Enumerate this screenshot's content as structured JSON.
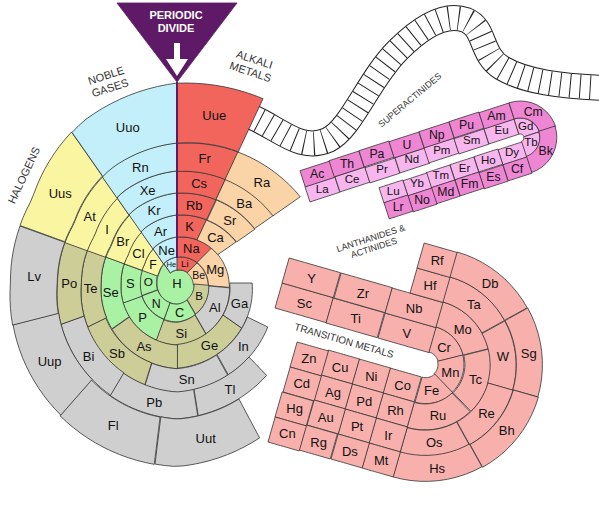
{
  "diagram": {
    "nodes": [
      {
        "text": [
          "PERIODIC DIVIDE"
        ]
      },
      {
        "text": [
          "H"
        ]
      },
      {
        "text": [
          "He"
        ]
      },
      {
        "text": [
          "Li"
        ]
      },
      {
        "text": [
          "Be"
        ]
      },
      {
        "text": [
          "B"
        ]
      },
      {
        "text": [
          "C"
        ]
      },
      {
        "text": [
          "N"
        ]
      },
      {
        "text": [
          "O"
        ]
      },
      {
        "text": [
          "F"
        ]
      },
      {
        "text": [
          "Ne"
        ]
      },
      {
        "text": [
          "Na"
        ]
      },
      {
        "text": [
          "Mg"
        ]
      },
      {
        "text": [
          "Al"
        ]
      },
      {
        "text": [
          "Si"
        ]
      },
      {
        "text": [
          "P"
        ]
      },
      {
        "text": [
          "S"
        ]
      },
      {
        "text": [
          "Cl"
        ]
      },
      {
        "text": [
          "Ar"
        ]
      },
      {
        "text": [
          "K"
        ]
      },
      {
        "text": [
          "Ca"
        ]
      },
      {
        "text": [
          "Sc"
        ]
      },
      {
        "text": [
          "Ti"
        ]
      },
      {
        "text": [
          "V"
        ]
      },
      {
        "text": [
          "Cr"
        ]
      },
      {
        "text": [
          "Mn"
        ]
      },
      {
        "text": [
          "Fe"
        ]
      },
      {
        "text": [
          "Co"
        ]
      },
      {
        "text": [
          "Ni"
        ]
      },
      {
        "text": [
          "Cu"
        ]
      },
      {
        "text": [
          "Zn"
        ]
      },
      {
        "text": [
          "Ga"
        ]
      },
      {
        "text": [
          "Ge"
        ]
      },
      {
        "text": [
          "As"
        ]
      },
      {
        "text": [
          "Se"
        ]
      },
      {
        "text": [
          "Br"
        ]
      },
      {
        "text": [
          "Kr"
        ]
      },
      {
        "text": [
          "Rb"
        ]
      },
      {
        "text": [
          "Sr"
        ]
      },
      {
        "text": [
          "Y"
        ]
      },
      {
        "text": [
          "Zr"
        ]
      },
      {
        "text": [
          "Nb"
        ]
      },
      {
        "text": [
          "Mo"
        ]
      },
      {
        "text": [
          "Tc"
        ]
      },
      {
        "text": [
          "Ru"
        ]
      },
      {
        "text": [
          "Rh"
        ]
      },
      {
        "text": [
          "Pd"
        ]
      },
      {
        "text": [
          "Ag"
        ]
      },
      {
        "text": [
          "Cd"
        ]
      },
      {
        "text": [
          "In"
        ]
      },
      {
        "text": [
          "Sn"
        ]
      },
      {
        "text": [
          "Sb"
        ]
      },
      {
        "text": [
          "Te"
        ]
      },
      {
        "text": [
          "I"
        ]
      },
      {
        "text": [
          "Xe"
        ]
      },
      {
        "text": [
          "Cs"
        ]
      },
      {
        "text": [
          "Ba"
        ]
      },
      {
        "text": [
          "La"
        ]
      },
      {
        "text": [
          "Ce"
        ]
      },
      {
        "text": [
          "Pr"
        ]
      },
      {
        "text": [
          "Nd"
        ]
      },
      {
        "text": [
          "Pm"
        ]
      },
      {
        "text": [
          "Sm"
        ]
      },
      {
        "text": [
          "Eu"
        ]
      },
      {
        "text": [
          "Gd"
        ]
      },
      {
        "text": [
          "Tb"
        ]
      },
      {
        "text": [
          "Dy"
        ]
      },
      {
        "text": [
          "Ho"
        ]
      },
      {
        "text": [
          "Er"
        ]
      },
      {
        "text": [
          "Tm"
        ]
      },
      {
        "text": [
          "Yb"
        ]
      },
      {
        "text": [
          "Lu"
        ]
      },
      {
        "text": [
          "Hf"
        ]
      },
      {
        "text": [
          "Ta"
        ]
      },
      {
        "text": [
          "W"
        ]
      },
      {
        "text": [
          "Re"
        ]
      },
      {
        "text": [
          "Os"
        ]
      },
      {
        "text": [
          "Ir"
        ]
      },
      {
        "text": [
          "Pt"
        ]
      },
      {
        "text": [
          "Au"
        ]
      },
      {
        "text": [
          "Hg"
        ]
      },
      {
        "text": [
          "Tl"
        ]
      },
      {
        "text": [
          "Pb"
        ]
      },
      {
        "text": [
          "Bi"
        ]
      },
      {
        "text": [
          "Po"
        ]
      },
      {
        "text": [
          "At"
        ]
      },
      {
        "text": [
          "Rn"
        ]
      },
      {
        "text": [
          "Fr"
        ]
      },
      {
        "text": [
          "Ra"
        ]
      },
      {
        "text": [
          "Ac"
        ]
      },
      {
        "text": [
          "Th"
        ]
      },
      {
        "text": [
          "Pa"
        ]
      },
      {
        "text": [
          "U"
        ]
      },
      {
        "text": [
          "Np"
        ]
      },
      {
        "text": [
          "Pu"
        ]
      },
      {
        "text": [
          "Am"
        ]
      },
      {
        "text": [
          "Cm"
        ]
      },
      {
        "text": [
          "Bk"
        ]
      },
      {
        "text": [
          "Cf"
        ]
      },
      {
        "text": [
          "Es"
        ]
      },
      {
        "text": [
          "Fm"
        ]
      },
      {
        "text": [
          "Md"
        ]
      },
      {
        "text": [
          "No"
        ]
      },
      {
        "text": [
          "Lr"
        ]
      },
      {
        "text": [
          "Rf"
        ]
      },
      {
        "text": [
          "Db"
        ]
      },
      {
        "text": [
          "Sg"
        ]
      },
      {
        "text": [
          "Bh"
        ]
      },
      {
        "text": [
          "Hs"
        ]
      },
      {
        "text": [
          "Mt"
        ]
      },
      {
        "text": [
          "Ds"
        ]
      },
      {
        "text": [
          "Rg"
        ]
      },
      {
        "text": [
          "Cn"
        ]
      },
      {
        "text": [
          "Uut"
        ]
      },
      {
        "text": [
          "Fl"
        ]
      },
      {
        "text": [
          "Uup"
        ]
      },
      {
        "text": [
          "Lv"
        ]
      },
      {
        "text": [
          "Uus"
        ]
      },
      {
        "text": [
          "Uuo"
        ]
      },
      {
        "text": [
          "Uue"
        ]
      }
    ],
    "labels": [
      "HALOGENS",
      "NOBLE GASES",
      "ALKALI METALS",
      "SUPERACTINIDES",
      "LANTHANIDES & ACTINIDES",
      "TRANSITION METALS"
    ]
  }
}
